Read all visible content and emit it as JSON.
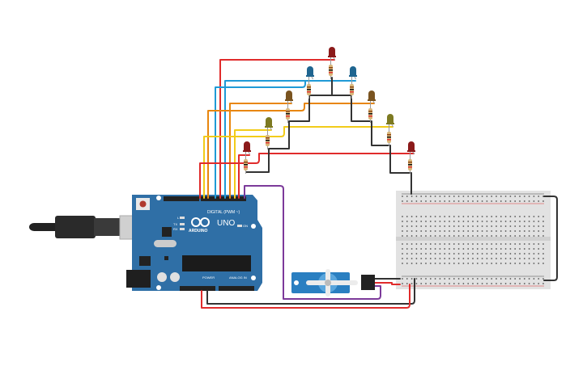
{
  "board": {
    "brand": "ARDUINO",
    "model": "UNO",
    "digital_label": "DIGITAL (PWM ~)",
    "power_label": "POWER",
    "analog_label": "ANALOG IN",
    "on_label": "ON",
    "l_label": "L",
    "tx_label": "TX",
    "rx_label": "RX",
    "color": "#2f6fa6"
  },
  "leds": [
    {
      "color": "#8b1a1a"
    },
    {
      "color": "#1f6590"
    },
    {
      "color": "#1f6590"
    },
    {
      "color": "#7a5420"
    },
    {
      "color": "#7a5420"
    },
    {
      "color": "#7d7a22"
    },
    {
      "color": "#7d7a22"
    },
    {
      "color": "#8b1a1a"
    },
    {
      "color": "#8b1a1a"
    }
  ],
  "wire_colors": {
    "red": "#e02b2b",
    "blue": "#1f9ad6",
    "orange": "#e8860e",
    "yellow": "#f2cc1a",
    "black": "#333333",
    "purple": "#7c3a9a"
  }
}
